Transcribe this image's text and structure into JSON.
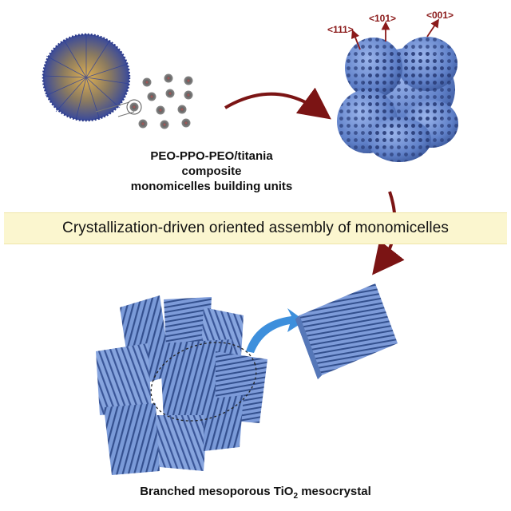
{
  "top_label": {
    "line1": "PEO-PPO-PEO/titania composite",
    "line2": "monomicelles building units"
  },
  "miller_indices": [
    "<111>",
    "<101>",
    "<001>"
  ],
  "banner": "Crystallization-driven oriented assembly of monomicelles",
  "bottom_label": {
    "prefix": "Branched mesoporous TiO",
    "subscript": "2",
    "suffix": " mesocrystal"
  },
  "colors": {
    "arrow": "#7b1414",
    "blue_arrow": "#3d8fdc",
    "structure": "#6d8fd6",
    "banner_bg": "#fbf6cf"
  }
}
